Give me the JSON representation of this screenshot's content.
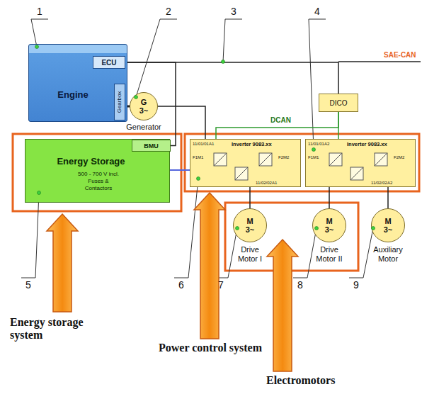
{
  "diagram": {
    "nodes": [
      {
        "text": [
          "Engine"
        ]
      },
      {
        "text": [
          "ECU"
        ],
        "in": 0
      },
      {
        "text": [
          "Gearbox"
        ],
        "in": 0
      },
      {
        "text": [
          "G 3~",
          "Generator"
        ]
      },
      {
        "text": [
          "DICO"
        ]
      },
      {
        "text": [
          "Energy Storage",
          "500 - 700 V incl. Fuses & Contactors"
        ]
      },
      {
        "text": [
          "BMU"
        ],
        "in": 5
      },
      {
        "text": [
          "Inverter 9083.xx",
          "11/01/01A1",
          "F1M1",
          "F2M2",
          "11/02/02A1"
        ]
      },
      {
        "text": [
          "Inverter 9083.xx",
          "11/01/01A2",
          "F1M1",
          "F2M2",
          "11/02/02A2"
        ]
      },
      {
        "text": [
          "M 3~",
          "Drive Motor I"
        ]
      },
      {
        "text": [
          "M 3~",
          "Drive Motor II"
        ]
      },
      {
        "text": [
          "M 3~",
          "Auxiliary Motor"
        ]
      }
    ],
    "edges": [
      {
        "from": 1,
        "to": 4,
        "arrow": "none",
        "label": "SAE-CAN"
      },
      {
        "from": 1,
        "to": 6,
        "arrow": "none"
      },
      {
        "from": 3,
        "to": 7,
        "arrow": "none"
      },
      {
        "from": 5,
        "to": 7,
        "arrow": "none"
      },
      {
        "from": 4,
        "to": 7,
        "arrow": "none",
        "label": "DCAN"
      },
      {
        "from": 4,
        "to": 8,
        "arrow": "none"
      },
      {
        "from": 7,
        "to": 9,
        "arrow": "none"
      },
      {
        "from": 8,
        "to": 10,
        "arrow": "none"
      },
      {
        "from": 8,
        "to": 11,
        "arrow": "none"
      }
    ],
    "labels": [
      "1",
      "2",
      "3",
      "4",
      "5",
      "6",
      "7",
      "8",
      "9",
      "Energy storage system",
      "Power control system",
      "Electromotors"
    ]
  }
}
